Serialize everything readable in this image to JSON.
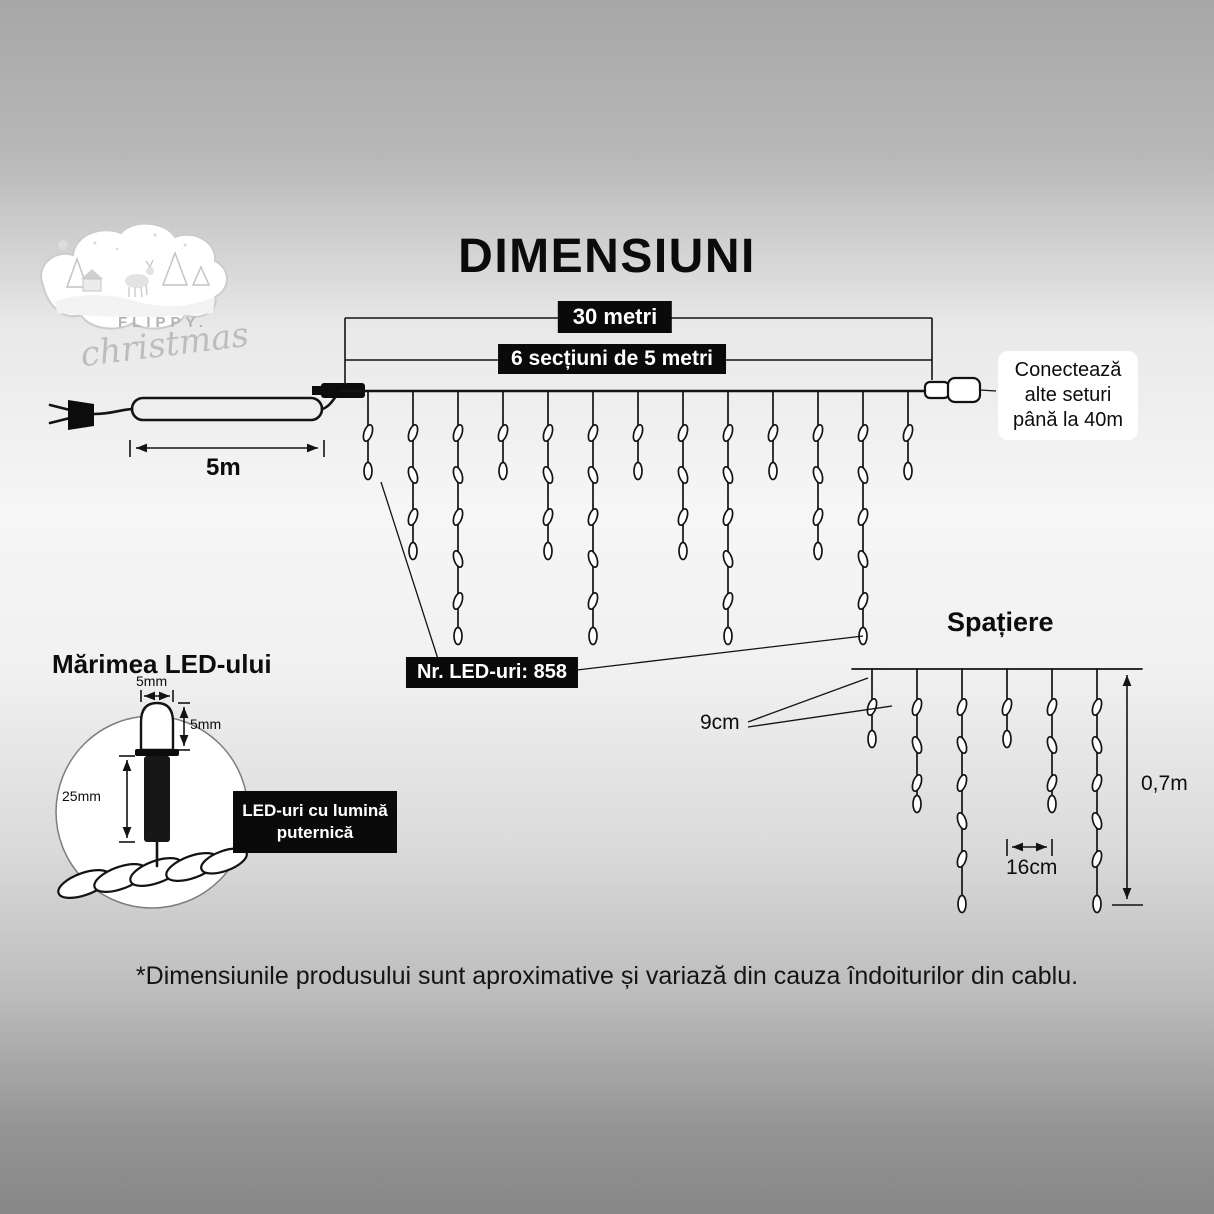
{
  "page": {
    "title": "DIMENSIUNI",
    "footer_note": "*Dimensiunile produsului sunt aproximative și variază din cauza îndoiturilor din cablu."
  },
  "logo": {
    "brand_top": "FLIPPY.",
    "brand_bottom": "christmas"
  },
  "main_diagram": {
    "total_length": "30 metri",
    "sections": "6 secțiuni de 5 metri",
    "lead_length": "5m",
    "connect_note": "Conectează alte seturi până la 40m",
    "led_count": "Nr. LED-uri: 858"
  },
  "spacing_diagram": {
    "title": "Spațiere",
    "led_spacing": "9cm",
    "drop_spacing": "16cm",
    "drop_height": "0,7m"
  },
  "led_diagram": {
    "title": "Mărimea LED-ului",
    "cap_width": "5mm",
    "cap_height": "5mm",
    "body_height": "25mm",
    "note": "LED-uri cu lumină puternică"
  },
  "colors": {
    "label_background": "#0a0a0a",
    "label_text": "#ffffff",
    "line_color": "#131313",
    "background_top": "#a7a7a7",
    "background_center": "#f6f6f6",
    "background_bottom": "#878787"
  }
}
